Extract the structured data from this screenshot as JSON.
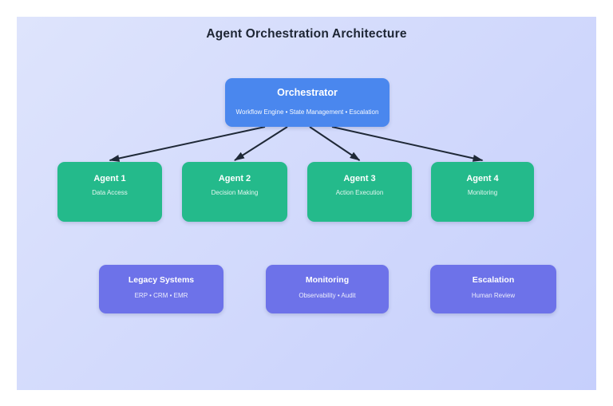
{
  "title": "Agent Orchestration Architecture",
  "orchestrator": {
    "title": "Orchestrator",
    "subtitle": "Workflow Engine • State Management • Escalation"
  },
  "agents": [
    {
      "title": "Agent 1",
      "subtitle": "Data Access"
    },
    {
      "title": "Agent 2",
      "subtitle": "Decision Making"
    },
    {
      "title": "Agent 3",
      "subtitle": "Action Execution"
    },
    {
      "title": "Agent 4",
      "subtitle": "Monitoring"
    }
  ],
  "systems": [
    {
      "title": "Legacy Systems",
      "subtitle": "ERP • CRM • EMR"
    },
    {
      "title": "Monitoring",
      "subtitle": "Observability • Audit"
    },
    {
      "title": "Escalation",
      "subtitle": "Human Review"
    }
  ],
  "edges": [
    {
      "from": "Orchestrator",
      "to": "Agent 1"
    },
    {
      "from": "Orchestrator",
      "to": "Agent 2"
    },
    {
      "from": "Orchestrator",
      "to": "Agent 3"
    },
    {
      "from": "Orchestrator",
      "to": "Agent 4"
    }
  ],
  "colors": {
    "orchestrator": "#4a87ee",
    "agent": "#24ba8b",
    "system": "#6d72e9",
    "arrow": "#1f2937",
    "background_start": "#dee4fc",
    "background_end": "#c6cffc",
    "title_text": "#1d2533"
  }
}
